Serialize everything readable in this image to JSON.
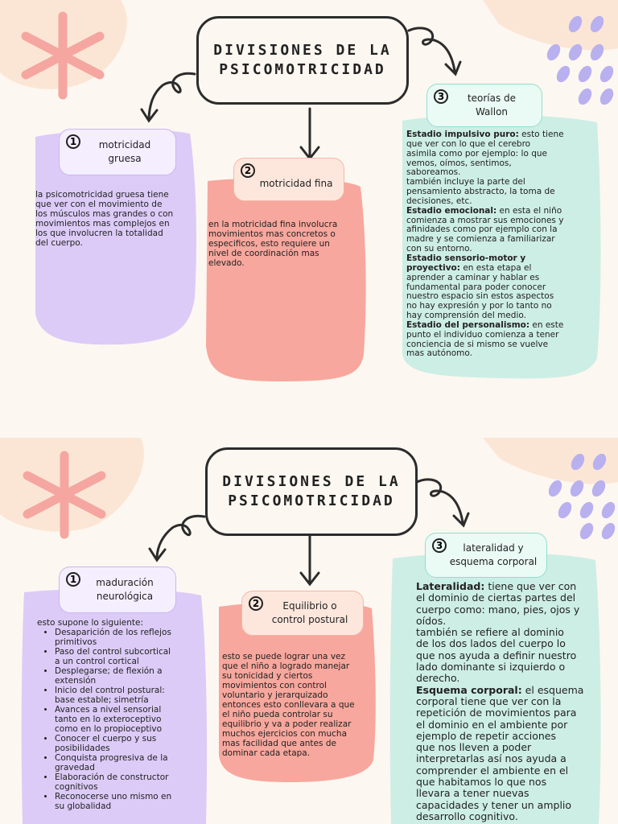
{
  "colors": {
    "background": "#fdf7f1",
    "purple": "#dccbf7",
    "coral": "#f7a79d",
    "mint": "#cdeee5",
    "star": "#f5a6a0",
    "peach_blob": "#fbe6d6",
    "dots": "#b9b0ef"
  },
  "top": {
    "title": [
      "DIVISIONES DE LA",
      "PSICOMOTRICIDAD"
    ],
    "card1": {
      "number": "1",
      "label": [
        "motricidad",
        "gruesa"
      ],
      "body": [
        "la psicomotricidad gruesa tiene",
        "que ver con el movimiento de",
        "los músculos mas grandes o con",
        "movimientos mas complejos en",
        "los que involucren la totalidad",
        "del cuerpo."
      ]
    },
    "card2": {
      "number": "2",
      "label": [
        "motricidad fina"
      ],
      "body": [
        "en la motricidad fina involucra",
        "movimientos mas concretos o",
        "especificos, esto requiere un",
        "nivel de coordinación mas",
        "elevado."
      ]
    },
    "card3": {
      "number": "3",
      "label": [
        "teorías de",
        "Wallon"
      ],
      "body": [
        {
          "b": "Estadio impulsivo puro:",
          "t": " esto tiene"
        },
        {
          "b": "",
          "t": "que ver con lo que el cerebro"
        },
        {
          "b": "",
          "t": "asimila como por ejemplo: lo que"
        },
        {
          "b": "",
          "t": "vemos, oímos, sentimos,"
        },
        {
          "b": "",
          "t": "saboreamos."
        },
        {
          "b": "",
          "t": "también incluye la parte del"
        },
        {
          "b": "",
          "t": "pensamiento abstracto, la toma de"
        },
        {
          "b": "",
          "t": "decisiones, etc."
        },
        {
          "b": "Estadio emocional:",
          "t": " en esta el niño"
        },
        {
          "b": "",
          "t": "comienza a mostrar sus emociones y"
        },
        {
          "b": "",
          "t": "afinidades como por ejemplo con la"
        },
        {
          "b": "",
          "t": "madre y se comienza a familiarizar"
        },
        {
          "b": "",
          "t": "con su entorno."
        },
        {
          "b": "Estadio sensorio-motor y",
          "t": ""
        },
        {
          "b": "proyectivo:",
          "t": " en esta etapa el"
        },
        {
          "b": "",
          "t": "aprender a caminar y hablar es"
        },
        {
          "b": "",
          "t": "fundamental para poder conocer"
        },
        {
          "b": "",
          "t": "nuestro espacio sin estos aspectos"
        },
        {
          "b": "",
          "t": "no hay expresión y por lo tanto no"
        },
        {
          "b": "",
          "t": "hay comprensión del medio."
        },
        {
          "b": "Estadio del personalismo:",
          "t": " en este"
        },
        {
          "b": "",
          "t": "punto el individuo comienza a tener"
        },
        {
          "b": "",
          "t": "conciencia de si mismo se vuelve"
        },
        {
          "b": "",
          "t": "mas autónomo."
        }
      ]
    }
  },
  "bottom": {
    "title": [
      "DIVISIONES DE LA",
      "PSICOMOTRICIDAD"
    ],
    "card1": {
      "number": "1",
      "label": [
        "maduración",
        "neurológica"
      ],
      "intro": "esto supone lo siguiente:",
      "bullets": [
        [
          "Desaparición de los reflejos",
          "primitivos"
        ],
        [
          "Paso del control subcortical",
          "a un control cortical"
        ],
        [
          "Desplegarse; de flexión a",
          "extensión"
        ],
        [
          "Inicio del control postural:",
          "base estable; simetría"
        ],
        [
          " Avances a nivel sensorial",
          "tanto en lo exteroceptivo",
          "como en lo propioceptivo"
        ],
        [
          "Conocer el cuerpo y sus",
          "posibilidades"
        ],
        [
          "Conquista progresiva de la",
          "gravedad"
        ],
        [
          "Elaboración de constructor",
          "cognitivos"
        ],
        [
          "Reconocerse uno mismo en",
          "su globalidad"
        ]
      ]
    },
    "card2": {
      "number": "2",
      "label": [
        "Equilibrio o",
        "control postural"
      ],
      "body": [
        "esto se puede lograr una vez",
        "que el niño a logrado manejar",
        "su tonicidad y ciertos",
        "movimientos con control",
        "voluntario y jerarquizado",
        "entonces esto conllevara a que",
        "el niño pueda controlar su",
        "equilibrio y va a poder realizar",
        "muchos ejercicios con mucha",
        "mas facilidad que antes de",
        "dominar cada etapa."
      ]
    },
    "card3": {
      "number": "3",
      "label": [
        "lateralidad y",
        "esquema corporal"
      ],
      "body": [
        {
          "b": "Lateralidad:",
          "t": " tiene que ver con"
        },
        {
          "b": "",
          "t": "el dominio de ciertas partes del"
        },
        {
          "b": "",
          "t": "cuerpo como: mano, pies, ojos y"
        },
        {
          "b": "",
          "t": "oídos."
        },
        {
          "b": "",
          "t": " también se refiere al dominio"
        },
        {
          "b": "",
          "t": "de los dos lados del cuerpo lo"
        },
        {
          "b": "",
          "t": "que nos ayuda a definir nuestro"
        },
        {
          "b": "",
          "t": "lado dominante si izquierdo o"
        },
        {
          "b": "",
          "t": "derecho."
        },
        {
          "b": "Esquema corporal:",
          "t": "  el esquema"
        },
        {
          "b": "",
          "t": "corporal tiene que ver con la"
        },
        {
          "b": "",
          "t": "repetición de movimientos para"
        },
        {
          "b": "",
          "t": "el dominio en el ambiente por"
        },
        {
          "b": "",
          "t": "ejemplo de repetir acciones"
        },
        {
          "b": "",
          "t": "que nos lleven a poder"
        },
        {
          "b": "",
          "t": "interpretarlas así nos ayuda a"
        },
        {
          "b": "",
          "t": "comprender el ambiente en el"
        },
        {
          "b": "",
          "t": "que habitamos lo que nos"
        },
        {
          "b": "",
          "t": "llevara a tener nuevas"
        },
        {
          "b": "",
          "t": "capacidades y tener un amplio"
        },
        {
          "b": "",
          "t": "desarrollo cognitivo."
        }
      ]
    }
  }
}
